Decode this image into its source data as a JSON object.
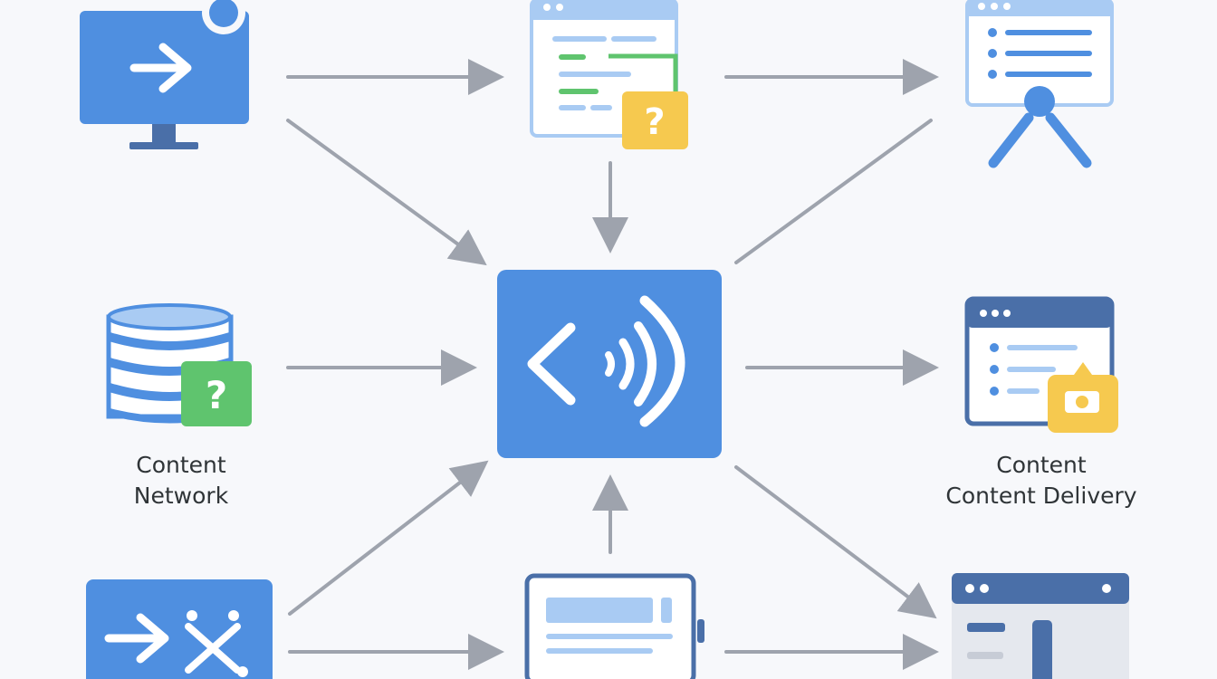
{
  "colors": {
    "background": "#f7f8fb",
    "primary_blue": "#4f8fe0",
    "light_blue": "#a9cbf3",
    "arrow_gray": "#9ea3ad",
    "green": "#5fc46e",
    "yellow": "#f6c94f",
    "dark_blue": "#4a6fa8",
    "white": "#ffffff"
  },
  "icons": {
    "monitor_login": "monitor-arrow-icon",
    "code_window_question": "code-window-question-icon",
    "presenter_doc": "presenter-document-icon",
    "database_question": "database-question-icon",
    "central_hub": "code-signal-hub-icon",
    "browser_camera": "browser-camera-icon",
    "routing_box": "arrow-routing-icon",
    "tablet_device": "tablet-device-icon",
    "browser_layout": "browser-layout-icon"
  },
  "labels": {
    "left": {
      "line1": "Content",
      "line2": "Network"
    },
    "right": {
      "line1": "Content",
      "line2": "Content Delivery"
    }
  }
}
